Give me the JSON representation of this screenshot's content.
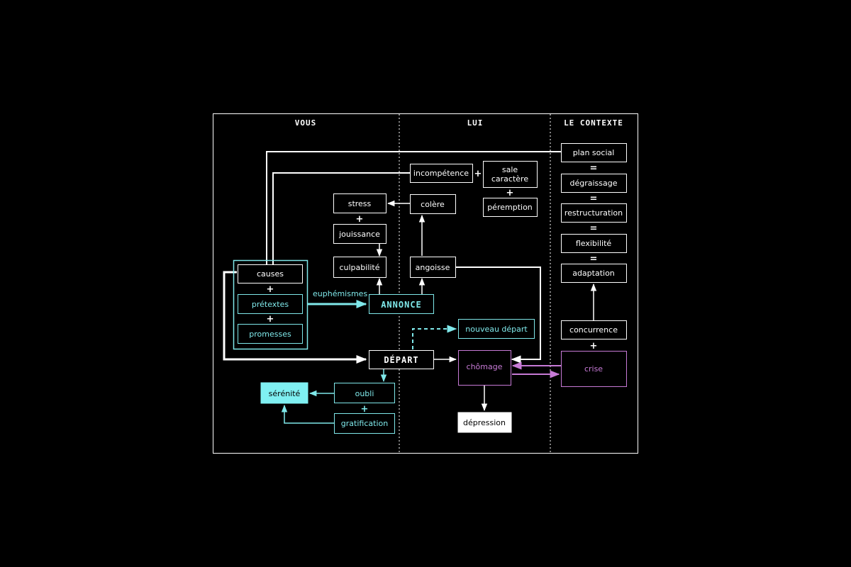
{
  "colors": {
    "background": "#000000",
    "white": "#ffffff",
    "cyan": "#7fe8ea",
    "purple": "#c77ad6",
    "fill_serenite": "#7ff0f2",
    "fill_depression": "#ffffff"
  },
  "columns": {
    "vous": "VOUS",
    "lui": "LUI",
    "contexte": "LE CONTEXTE"
  },
  "nodes": {
    "plan_social": "plan social",
    "degraissage": "dégraissage",
    "restructuration": "restructuration",
    "flexibilite": "flexibilité",
    "adaptation": "adaptation",
    "concurrence": "concurrence",
    "crise": "crise",
    "incompetence": "incompétence",
    "sale_caractere_1": "sale",
    "sale_caractere_2": "caractère",
    "peremption": "péremption",
    "stress": "stress",
    "colere": "colère",
    "jouissance": "jouissance",
    "culpabilite": "culpabilité",
    "angoisse": "angoisse",
    "causes": "causes",
    "pretextes": "prétextes",
    "promesses": "promesses",
    "annonce": "ANNONCE",
    "nouveau_depart": "nouveau départ",
    "depart": "DÉPART",
    "chomage": "chômage",
    "depression": "dépression",
    "serenite": "sérénité",
    "oubli": "oubli",
    "gratification": "gratification"
  },
  "edge_labels": {
    "euphemismes": "euphémismes"
  },
  "symbols": {
    "plus": "+",
    "equals": "="
  }
}
